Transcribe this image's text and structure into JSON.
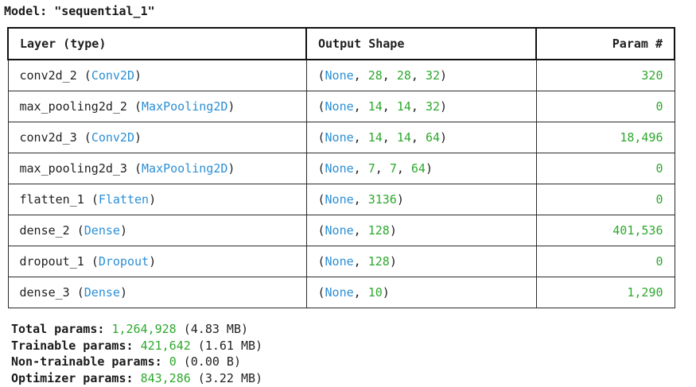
{
  "model_title": "Model: \"sequential_1\"",
  "headers": {
    "layer": "Layer (type)",
    "shape": "Output Shape",
    "param": "Param #"
  },
  "rows": [
    {
      "name": "conv2d_2",
      "type": "Conv2D",
      "shape": [
        "None",
        "28",
        "28",
        "32"
      ],
      "params": "320"
    },
    {
      "name": "max_pooling2d_2",
      "type": "MaxPooling2D",
      "shape": [
        "None",
        "14",
        "14",
        "32"
      ],
      "params": "0"
    },
    {
      "name": "conv2d_3",
      "type": "Conv2D",
      "shape": [
        "None",
        "14",
        "14",
        "64"
      ],
      "params": "18,496"
    },
    {
      "name": "max_pooling2d_3",
      "type": "MaxPooling2D",
      "shape": [
        "None",
        "7",
        "7",
        "64"
      ],
      "params": "0"
    },
    {
      "name": "flatten_1",
      "type": "Flatten",
      "shape": [
        "None",
        "3136"
      ],
      "params": "0"
    },
    {
      "name": "dense_2",
      "type": "Dense",
      "shape": [
        "None",
        "128"
      ],
      "params": "401,536"
    },
    {
      "name": "dropout_1",
      "type": "Dropout",
      "shape": [
        "None",
        "128"
      ],
      "params": "0"
    },
    {
      "name": "dense_3",
      "type": "Dense",
      "shape": [
        "None",
        "10"
      ],
      "params": "1,290"
    }
  ],
  "totals": [
    {
      "label": "Total params:",
      "value": "1,264,928",
      "size": "(4.83 MB)"
    },
    {
      "label": "Trainable params:",
      "value": "421,642",
      "size": "(1.61 MB)"
    },
    {
      "label": "Non-trainable params:",
      "value": "0",
      "size": "(0.00 B)"
    },
    {
      "label": "Optimizer params:",
      "value": "843,286",
      "size": "(3.22 MB)"
    }
  ],
  "colors": {
    "type_blue": "#2b8fd6",
    "value_green": "#2ea82e",
    "border": "#2a2a2a"
  }
}
